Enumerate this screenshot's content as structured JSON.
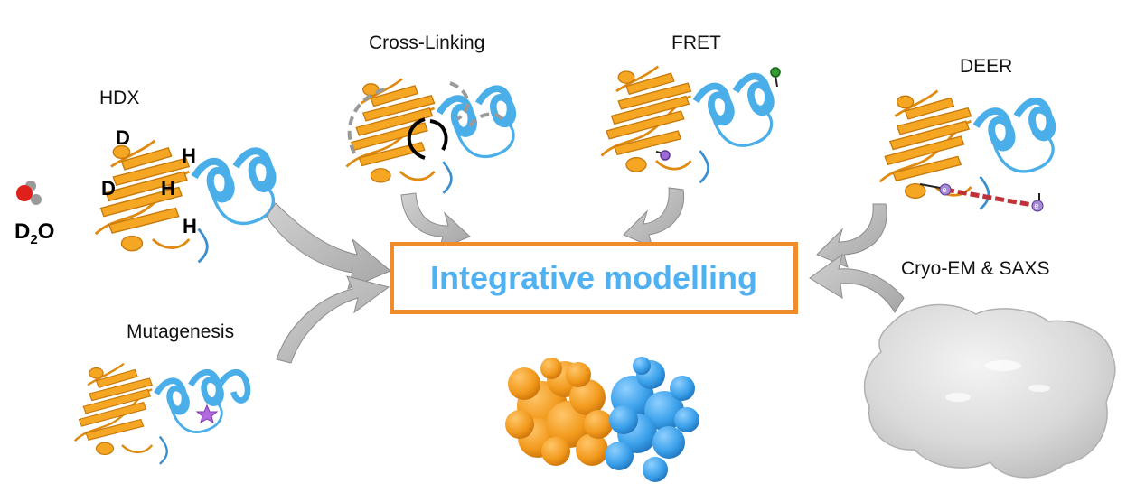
{
  "labels": {
    "hdx": "HDX",
    "cross_linking": "Cross-Linking",
    "fret": "FRET",
    "deer": "DEER",
    "cryo_em_saxs": "Cryo-EM & SAXS",
    "mutagenesis": "Mutagenesis",
    "center": "Integrative modelling"
  },
  "hdx_letters": {
    "d1": "D",
    "d2": "D",
    "h1": "H",
    "h2": "H",
    "h3": "H"
  },
  "water": {
    "prefix": "D",
    "subscript": "2",
    "suffix": "O"
  },
  "deer_spin": {
    "left": "e",
    "right": "e"
  },
  "colors": {
    "orange_domain": "#f5a623",
    "blue_domain": "#4aaee8",
    "center_border": "#f08c2a",
    "center_text": "#4fb0f2",
    "arrow_fill": "#b4b4b4",
    "deer_line": "#c0323a",
    "fret_green": "#2e9c2e",
    "fret_purple": "#a06ad6",
    "star": "#b36ae0"
  }
}
